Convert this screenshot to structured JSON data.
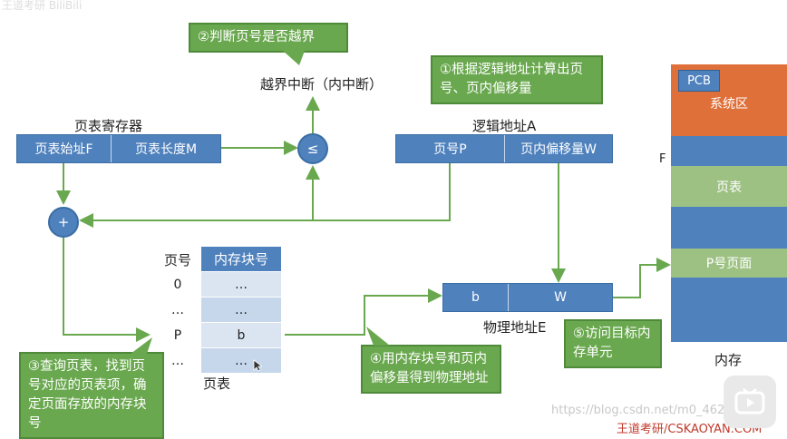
{
  "top_faded": "王道考研 BiliBili",
  "register": {
    "title": "页表寄存器",
    "cells": [
      "页表始址F",
      "页表长度M"
    ]
  },
  "compare_op": "≤",
  "add_op": "+",
  "interrupt_label": "越界中断（内中断）",
  "logical": {
    "title": "逻辑地址A",
    "cells": [
      "页号P",
      "页内偏移量W"
    ]
  },
  "physical": {
    "title": "物理地址E",
    "cells": [
      "b",
      "W"
    ]
  },
  "page_table": {
    "caption": "页表",
    "headers": [
      "页号",
      "内存块号"
    ],
    "rows": [
      {
        "idx": "0",
        "val": "…"
      },
      {
        "idx": "…",
        "val": "…"
      },
      {
        "idx": "P",
        "val": "b"
      },
      {
        "idx": "…",
        "val": "…"
      }
    ]
  },
  "memory": {
    "caption": "内存",
    "f_marker": "F",
    "pcb": "PCB",
    "segments": [
      {
        "label": "系统区",
        "color": "#e0703a"
      },
      {
        "label": "",
        "color": "#4f81bd"
      },
      {
        "label": "页表",
        "color": "#9dc183"
      },
      {
        "label": "",
        "color": "#4f81bd"
      },
      {
        "label": "P号页面",
        "color": "#9dc183"
      },
      {
        "label": "",
        "color": "#4f81bd"
      }
    ]
  },
  "callouts": {
    "step1": "①根据逻辑地址计算出页号、页内偏移量",
    "step2": "②判断页号是否越界",
    "step3": "③查询页表，找到页号对应的页表项，确定页面存放的内存块号",
    "step4": "④用内存块号和页内偏移量得到物理地址",
    "step5": "⑤访问目标内存单元"
  },
  "watermark": "https://blog.csdn.net/m0_46242001",
  "footer": "王道考研/CSKAOYAN.COM",
  "colors": {
    "blue": "#4f81bd",
    "green": "#6aa84f",
    "orange": "#e0703a",
    "light_green": "#9dc183"
  }
}
